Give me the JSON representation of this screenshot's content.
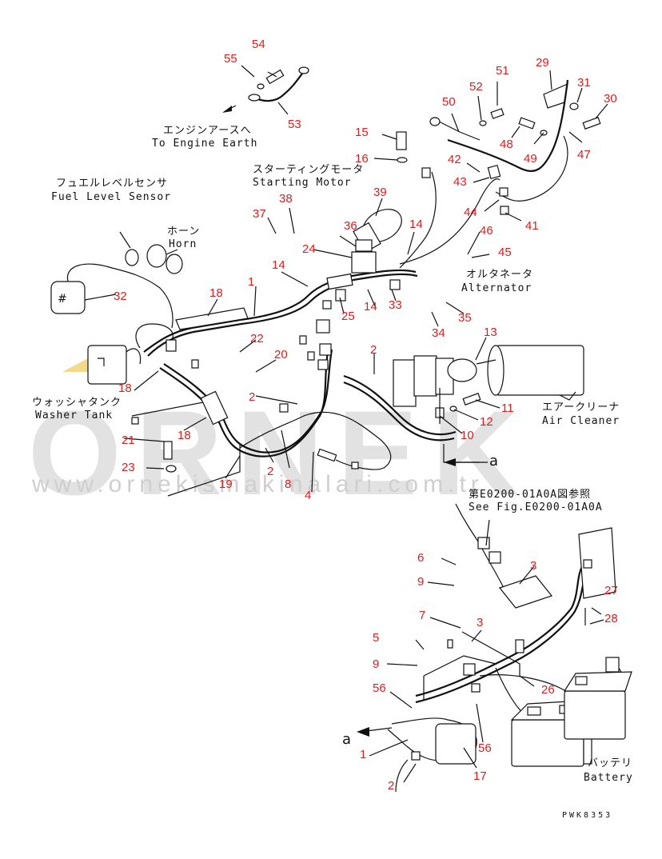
{
  "watermark": {
    "brand": "ORNEK",
    "url": "www.ornekismakinalari.com.tr",
    "accent_color": "#f3d98a"
  },
  "labels": {
    "engine_earth_jp": "エンジンアースへ",
    "engine_earth_en": "To Engine Earth",
    "starting_motor_jp": "スターティングモータ",
    "starting_motor_en": "Starting Motor",
    "fuel_level_jp": "フュエルレベルセンサ",
    "fuel_level_en": "Fuel Level Sensor",
    "horn_jp": "ホーン",
    "horn_en": "Horn",
    "alternator_jp": "オルタネータ",
    "alternator_en": "Alternator",
    "washer_jp": "ウォッシャタンク",
    "washer_en": "Washer Tank",
    "air_cleaner_jp": "エアークリーナ",
    "air_cleaner_en": "Air Cleaner",
    "see_fig_jp": "第E0200-01A0A図参照",
    "see_fig_en": "See Fig.E0200-01A0A",
    "battery_jp": "バッテリ",
    "battery_en": "Battery",
    "arrow_a_top": "a",
    "arrow_a_bottom": "a",
    "drawing_code": "PWK8353"
  },
  "callouts": {
    "n54": "54",
    "n55": "55",
    "n53": "53",
    "n29": "29",
    "n31": "31",
    "n30": "30",
    "n51": "51",
    "n52": "52",
    "n50": "50",
    "n48": "48",
    "n49": "49",
    "n47": "47",
    "n15": "15",
    "n16": "16",
    "n42": "42",
    "n43": "43",
    "n41": "41",
    "n44": "44",
    "n39": "39",
    "n38": "38",
    "n37": "37",
    "n14a": "14",
    "n14b": "14",
    "n14c": "14",
    "n24": "24",
    "n36": "36",
    "n46": "46",
    "n45": "45",
    "n1a": "1",
    "n32": "32",
    "n18a": "18",
    "n18b": "18",
    "n18c": "18",
    "n25": "25",
    "n33": "33",
    "n35": "35",
    "n34": "34",
    "n13": "13",
    "n22": "22",
    "n20": "20",
    "n2a": "2",
    "n2b": "2",
    "n2c": "2",
    "n11": "11",
    "n12": "12",
    "n10": "10",
    "n21": "21",
    "n23": "23",
    "n19": "19",
    "n8": "8",
    "n4": "4",
    "n6": "6",
    "n3a": "3",
    "n3b": "3",
    "n9a": "9",
    "n27": "27",
    "n7": "7",
    "n28": "28",
    "n5": "5",
    "n9b": "9",
    "n26": "26",
    "n56a": "56",
    "n56b": "56",
    "n1b": "1",
    "n17": "17",
    "n2d": "2"
  }
}
